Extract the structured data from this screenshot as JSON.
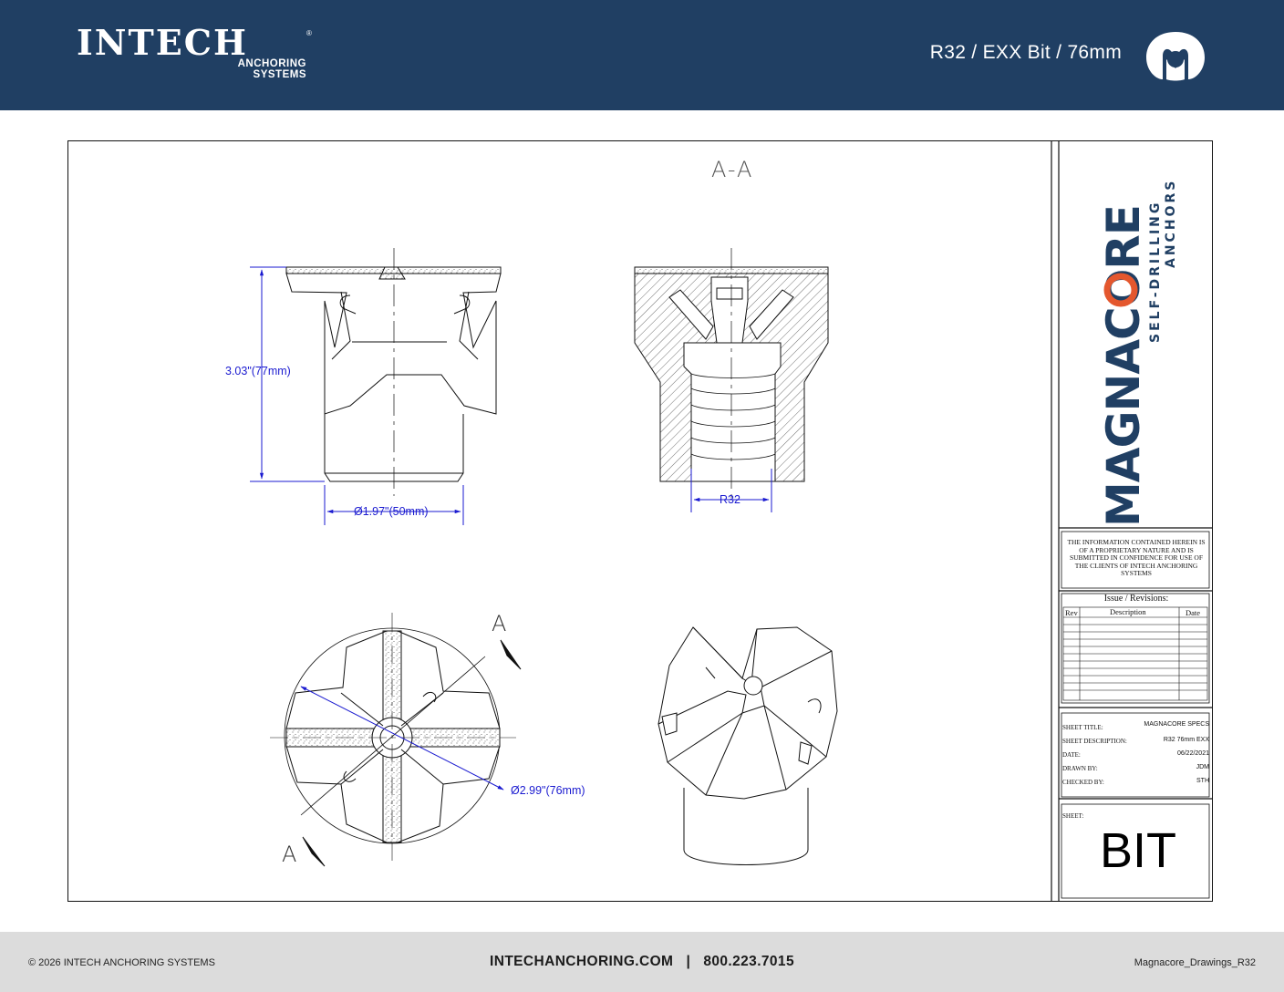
{
  "header": {
    "brand": "INTECH",
    "brand_sub_1": "ANCHORING",
    "brand_sub_2": "SYSTEMS",
    "page_heading": "R32 / EXX Bit / 76mm",
    "logo_icon": "magnacore-m-icon",
    "background": "#203f63"
  },
  "drawing": {
    "section_label": "A-A",
    "cut_label_top": "A",
    "cut_label_bottom": "A",
    "dim_height": "3.03\"(77mm)",
    "dim_shank_diameter": "Ø1.97\"(50mm)",
    "dim_thread": "R32",
    "dim_head_diameter": "Ø2.99\"(76mm)",
    "dimension_color": "#1a1ad0"
  },
  "title_block": {
    "product_logo": "MAGNACORE",
    "product_tagline_1": "SELF-DRILLING",
    "product_tagline_2": "ANCHORS",
    "notice": "THE INFORMATION CONTAINED HEREIN IS OF A PROPRIETARY NATURE AND IS SUBMITTED IN CONFIDENCE FOR USE OF THE CLIENTS OF INTECH ANCHORING SYSTEMS",
    "revisions_title": "Issue / Revisions:",
    "rev_columns": [
      "Rev",
      "Description",
      "Date"
    ],
    "sheet_title_label": "SHEET TITLE:",
    "sheet_title": "MAGNACORE SPECS",
    "sheet_desc_label": "SHEET DESCRIPTION:",
    "sheet_desc": "R32 76mm EXX",
    "date_label": "DATE:",
    "date": "06/22/2021",
    "drawn_label": "DRAWN BY:",
    "drawn_by": "JDM",
    "checked_label": "CHECKED BY:",
    "checked_by": "STH",
    "sheet_label": "SHEET:",
    "sheet_name": "BIT",
    "accent": "#e4572e",
    "brand_color": "#203f63"
  },
  "footer": {
    "copyright": "© 2026 INTECH ANCHORING SYSTEMS",
    "website": "INTECHANCHORING.COM",
    "phone": "800.223.7015",
    "separator": "|",
    "file_name": "Magnacore_Drawings_R32"
  }
}
